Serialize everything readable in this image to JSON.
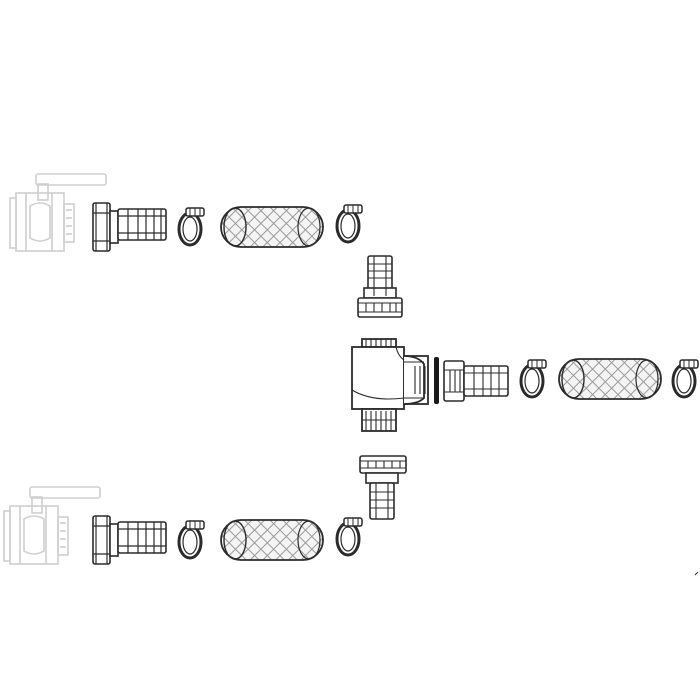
{
  "diagram": {
    "background": "#ffffff",
    "line_color": "#2b2b2b",
    "faded_color": "#cfcfcf",
    "mesh_color": "#9a9a9a",
    "components": [
      {
        "id": "ball-valve",
        "count": 2,
        "style": "faded"
      },
      {
        "id": "female-hose-tail",
        "count": 4
      },
      {
        "id": "hose-clamp",
        "count": 6
      },
      {
        "id": "braided-hose",
        "count": 3
      },
      {
        "id": "tee-fitting",
        "count": 1
      },
      {
        "id": "o-ring-seal",
        "count": 1
      },
      {
        "id": "male-hose-tail",
        "count": 1
      }
    ]
  }
}
